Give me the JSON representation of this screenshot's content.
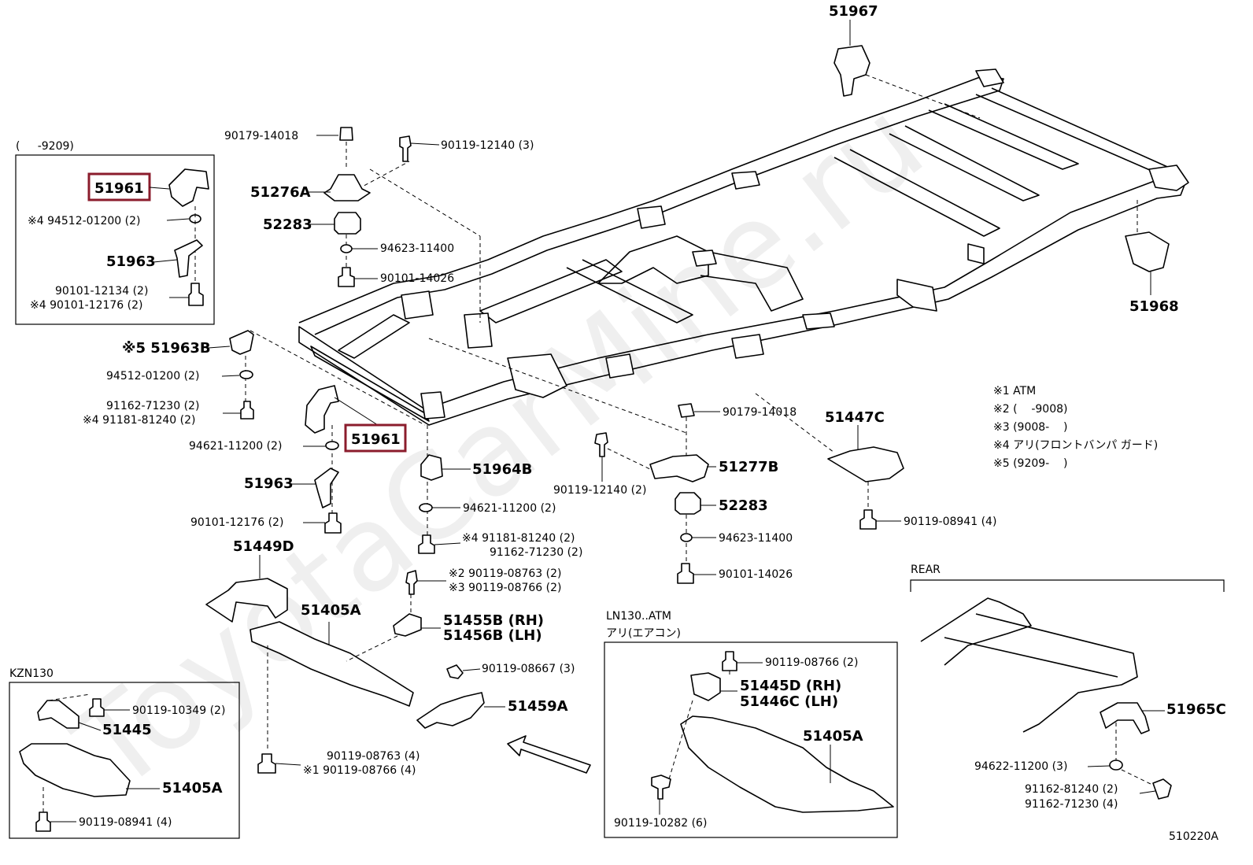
{
  "watermark": "ToyotaCarMine.ru",
  "diagram_code": "510220A",
  "notes": {
    "n1": "※1 ATM",
    "n2": "※2 (    -9008)",
    "n3": "※3 (9008-    )",
    "n4": "※4 アリ(フロントバンパ ガード)",
    "n5": "※5 (9209-    )"
  },
  "inset_top_left": {
    "title": "(     -9209)",
    "p51961": "51961",
    "p94512": "※4 94512-01200 (2)",
    "p51963": "51963",
    "p90101a": "90101-12134 (2)",
    "p90101b": "※4 90101-12176 (2)"
  },
  "inset_kzn": {
    "title": "KZN130",
    "p90119a": "90119-10349 (2)",
    "p51445": "51445",
    "p51405": "51405A",
    "p90119b": "90119-08941 (4)"
  },
  "inset_ln": {
    "title1": "LN130..ATM",
    "title2": "アリ(エアコン)",
    "p90119a": "90119-08766 (2)",
    "p51445d": "51445D (RH)",
    "p51446c": "51446C (LH)",
    "p51405": "51405A",
    "p90119b": "90119-10282 (6)"
  },
  "inset_rear": {
    "title": "REAR",
    "p51965": "51965C",
    "p94622": "94622-11200 (3)",
    "p91162a": "91162-81240 (2)",
    "p91162b": "91162-71230 (4)"
  },
  "labels": {
    "l51967": "51967",
    "l51968": "51968",
    "l90179a": "90179-14018",
    "l90119a": "90119-12140 (3)",
    "l51276": "51276A",
    "l52283a": "52283",
    "l94623a": "94623-11400",
    "l90101a": "90101-14026",
    "l51963b": "※5 51963B",
    "l94512": "94512-01200 (2)",
    "l91162": "91162-71230 (2)",
    "l91181": "※4 91181-81240 (2)",
    "l51961": "51961",
    "l94621a": "94621-11200 (2)",
    "l51963": "51963",
    "l90101b": "90101-12176 (2)",
    "l51964": "51964B",
    "l94621b": "94621-11200 (2)",
    "l91181b": "※4 91181-81240 (2)",
    "l91162b": "91162-71230 (2)",
    "l51449": "51449D",
    "l90119c": "※2 90119-08763 (2)",
    "l90119d": "※3 90119-08766 (2)",
    "l51405": "51405A",
    "l51455": "51455B (RH)",
    "l51456": "51456B (LH)",
    "l90119e": "90119-08667 (3)",
    "l51459": "51459A",
    "l90119f": "90119-08763 (4)",
    "l90119g": "※1 90119-08766 (4)",
    "l90179b": "90179-14018",
    "l90119b": "90119-12140 (2)",
    "l51277": "51277B",
    "l52283b": "52283",
    "l94623b": "94623-11400",
    "l90101c": "90101-14026",
    "l51447": "51447C",
    "l90119h": "90119-08941 (4)"
  }
}
